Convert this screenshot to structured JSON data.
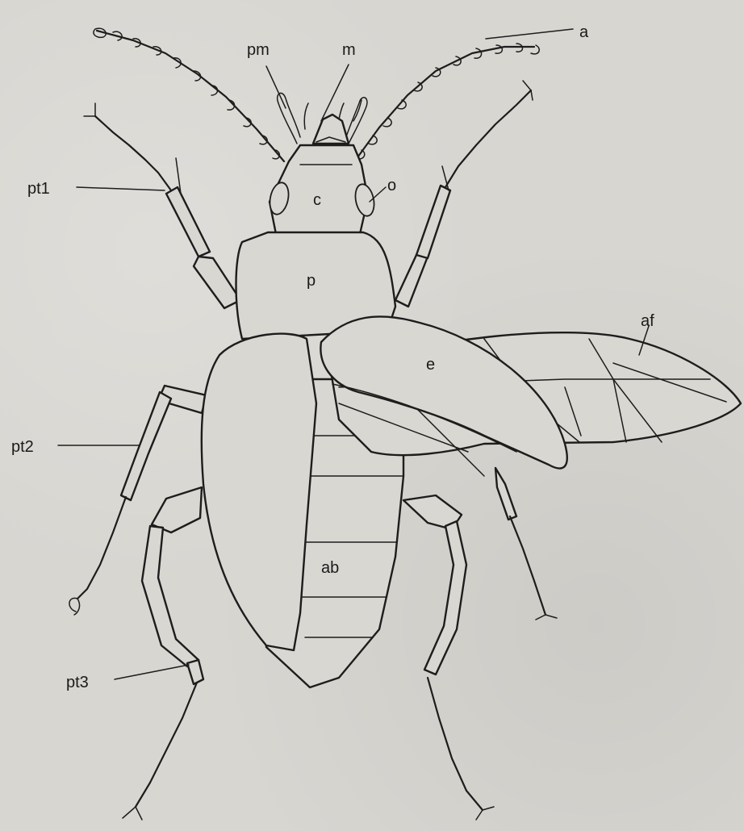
{
  "labels": {
    "a": "a",
    "pm": "pm",
    "m": "m",
    "o": "o",
    "c": "c",
    "pt1": "pt1",
    "p": "p",
    "af": "af",
    "e": "e",
    "pt2": "pt2",
    "ab": "ab",
    "pt3": "pt3"
  }
}
